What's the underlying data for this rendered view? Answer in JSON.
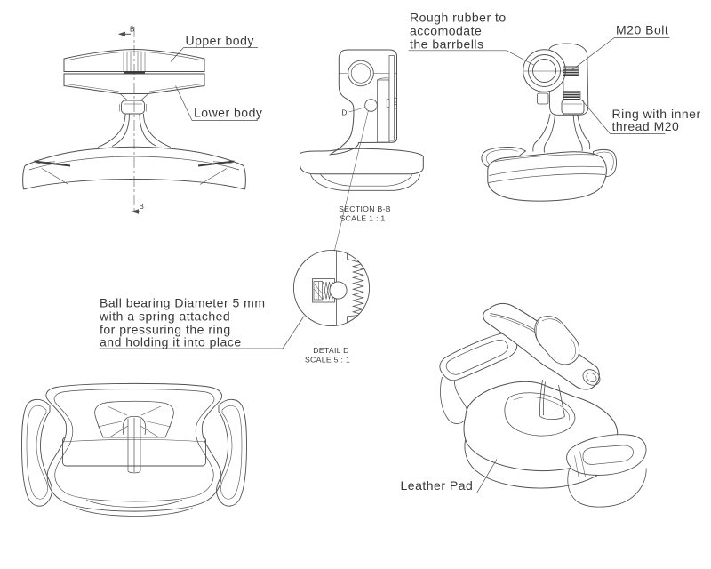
{
  "labels": {
    "upper_body": "Upper body",
    "lower_body": "Lower body",
    "rough_rubber": [
      "Rough rubber to",
      "accomodate",
      "the barrbells"
    ],
    "m20_bolt": "M20 Bolt",
    "ring_inner": [
      "Ring with inner",
      "thread M20"
    ],
    "ball_bearing": [
      "Ball bearing Diameter 5 mm",
      "with a spring attached",
      "for pressuring the ring",
      "and holding it into place"
    ],
    "leather_pad": "Leather Pad"
  },
  "views": {
    "section": {
      "title": "SECTION B-B",
      "scale": "SCALE 1 : 1",
      "marker": "B"
    },
    "detail": {
      "title": "DETAIL D",
      "scale": "SCALE 5 : 1",
      "marker": "D"
    }
  },
  "colors": {
    "line": "#4f4f4f",
    "text": "#383838",
    "hatch": "#9b9b9b",
    "dark": "#3c3c3c",
    "background": "#ffffff"
  }
}
